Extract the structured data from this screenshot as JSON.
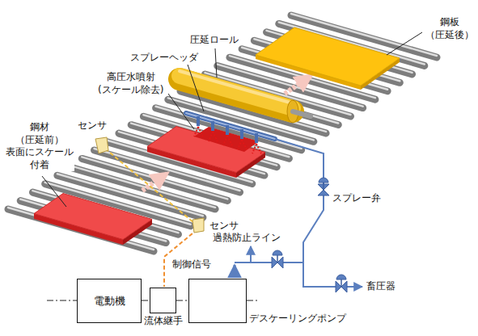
{
  "diagram": {
    "nodes": [
      {
        "text": [
          "電動機"
        ]
      },
      {
        "text": [
          "流体継手"
        ]
      },
      {
        "text": [
          "デスケーリングポンプ"
        ]
      }
    ],
    "edges": [
      {
        "from": 0,
        "to": 1,
        "arrow": "none"
      },
      {
        "from": 1,
        "to": 2,
        "arrow": "none"
      }
    ],
    "labels": [
      "鋼板 （圧延後）",
      "圧延ロール",
      "スプレーヘッダ",
      "高圧水噴射 (スケール除去)",
      "センサ",
      "鋼材 （圧延前） 表面にスケール 付着",
      "センサ",
      "スプレー弁",
      "過熱防止ライン",
      "制御信号",
      "畜圧器"
    ]
  }
}
